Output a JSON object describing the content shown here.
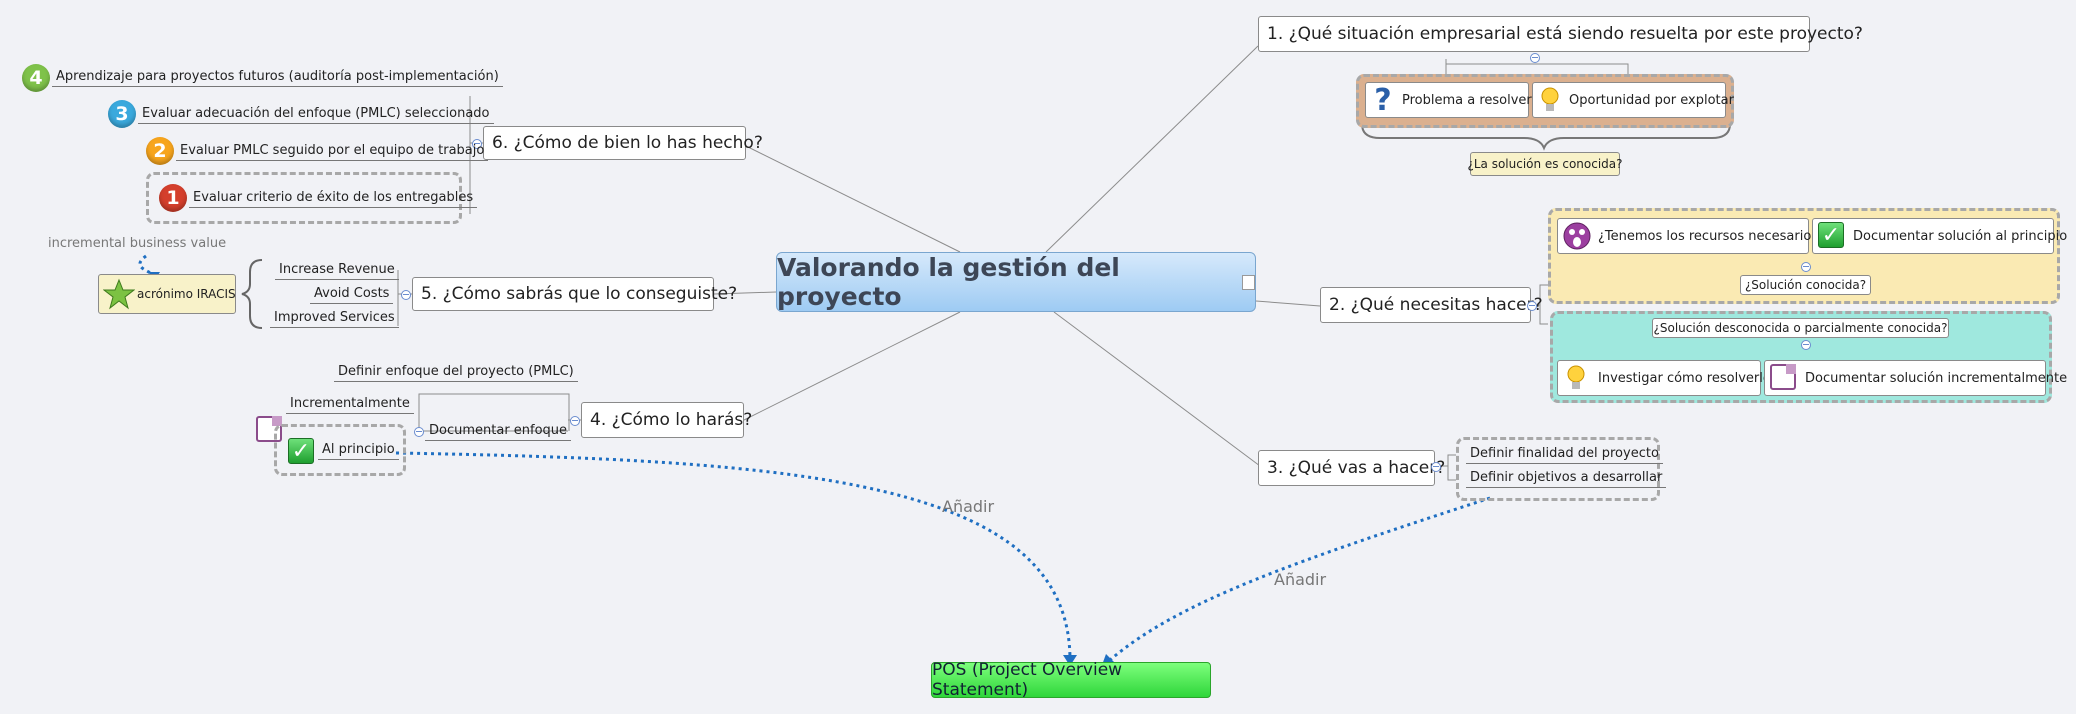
{
  "central": "Valorando la gestión del proyecto",
  "pos": "POS (Project Overview Statement)",
  "q1": {
    "title": "1. ¿Qué situación empresarial está siendo resuelta por este proyecto?",
    "items": [
      "Problema a resolver",
      "Oportunidad por explotar"
    ],
    "summary": "¿La solución es conocida?"
  },
  "q2": {
    "title": "2. ¿Qué necesitas hacer?",
    "known": {
      "items": [
        "¿Tenemos los recursos necesarios?",
        "Documentar solución al principio"
      ],
      "label": "¿Solución conocida?"
    },
    "unknown": {
      "label": "¿Solución desconocida o parcialmente conocida?",
      "items": [
        "Investigar cómo resolverlo",
        "Documentar solución incrementalmente"
      ]
    }
  },
  "q3": {
    "title": "3. ¿Qué vas a hacer?",
    "items": [
      "Definir finalidad del proyecto",
      "Definir objetivos a desarrollar"
    ]
  },
  "q4": {
    "title": "4. ¿Cómo lo harás?",
    "child": "Documentar enfoque",
    "items": [
      "Definir enfoque del proyecto (PMLC)",
      "Incrementalmente",
      "Al principio"
    ]
  },
  "q5": {
    "title": "5. ¿Cómo sabrás que lo conseguiste?",
    "items": [
      "Increase Revenue",
      "Avoid Costs",
      "Improved Services"
    ],
    "acronym": "acrónimo IRACIS"
  },
  "q6": {
    "title": "6. ¿Cómo de bien lo has hecho?",
    "items": [
      {
        "num": "4",
        "text": "Aprendizaje para proyectos futuros (auditoría post-implementación)"
      },
      {
        "num": "3",
        "text": "Evaluar adecuación del enfoque (PMLC) seleccionado"
      },
      {
        "num": "2",
        "text": "Evaluar PMLC seguido por el equipo de trabajo"
      },
      {
        "num": "1",
        "text": "Evaluar criterio de éxito de los entregables"
      }
    ]
  },
  "relations": {
    "incremental": "incremental business value",
    "add1": "Añadir",
    "add2": "Añadir"
  },
  "colors": {
    "central": "#9ecbf3",
    "pos": "#2fd63a",
    "q1_group": "#dbb08f",
    "q2_known": "#faeab3",
    "q2_unknown": "#9fe8de",
    "relation": "#1f6fc2",
    "num4": "#7fc24a",
    "num3": "#3aa9dd",
    "num2": "#f7a51d",
    "num1": "#d43f2c"
  }
}
